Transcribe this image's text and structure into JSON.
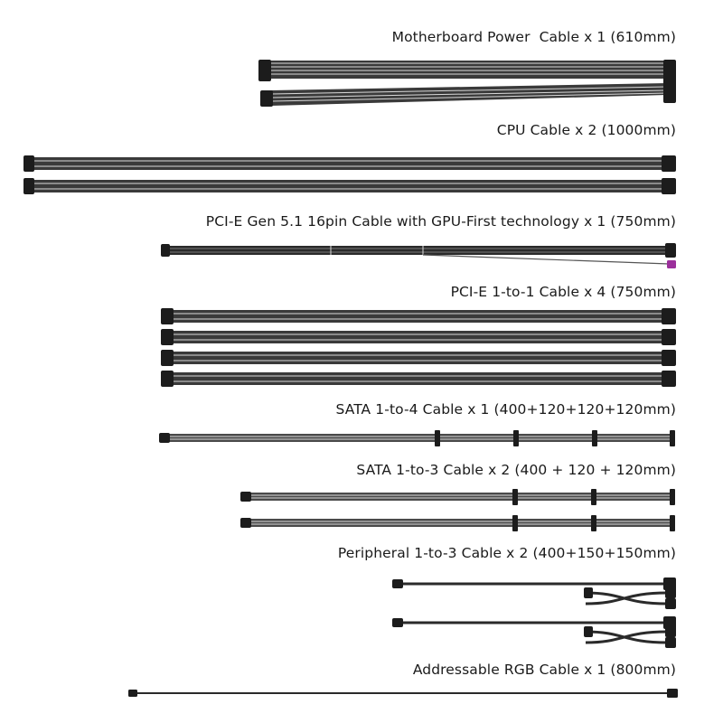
{
  "cables": [
    {
      "label": "Motherboard Power  Cable x 1 (610mm)"
    },
    {
      "label": "CPU Cable x 2 (1000mm)"
    },
    {
      "label": "PCI-E Gen 5.1 16pin Cable with GPU-First technology x 1 (750mm)"
    },
    {
      "label": "PCI-E 1-to-1 Cable x 4 (750mm)"
    },
    {
      "label": "SATA 1-to-4 Cable x 1 (400+120+120+120mm)"
    },
    {
      "label": "SATA 1-to-3 Cable x 2 (400 + 120 + 120mm)"
    },
    {
      "label": "Peripheral 1-to-3 Cable x 2 (400+150+150mm)"
    },
    {
      "label": "Addressable RGB Cable x 1 (800mm)"
    }
  ],
  "colors": {
    "cable": "#3a3a3a",
    "connector": "#1c1c1c",
    "sleeve_highlight": "#d9d9d9",
    "sense_wire_plug": "#9b2f9b"
  }
}
